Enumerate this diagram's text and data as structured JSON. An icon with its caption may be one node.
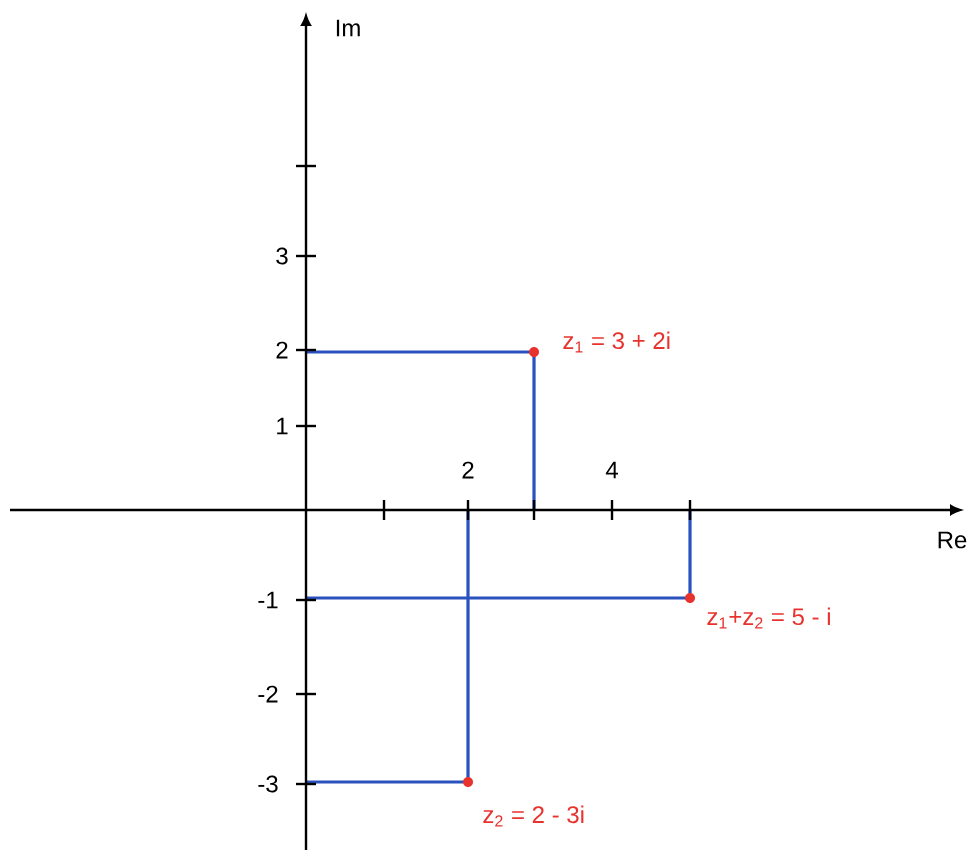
{
  "diagram": {
    "nodes": [
      {
        "text": [],
        "shape": "circle",
        "beside": [
          "z$_{1}$ = 3 + 2i"
        ]
      },
      {
        "text": [],
        "shape": "circle",
        "beside": [
          "z$_{1}$+z$_{2}$ = 5 - i"
        ]
      },
      {
        "text": [],
        "shape": "circle",
        "beside": [
          "z$_{2}$ = 2 - 3i"
        ]
      }
    ],
    "labels": [
      "Im",
      "3",
      "2",
      "1",
      "2",
      "4",
      "Re",
      "-1",
      "-2",
      "-3"
    ]
  }
}
